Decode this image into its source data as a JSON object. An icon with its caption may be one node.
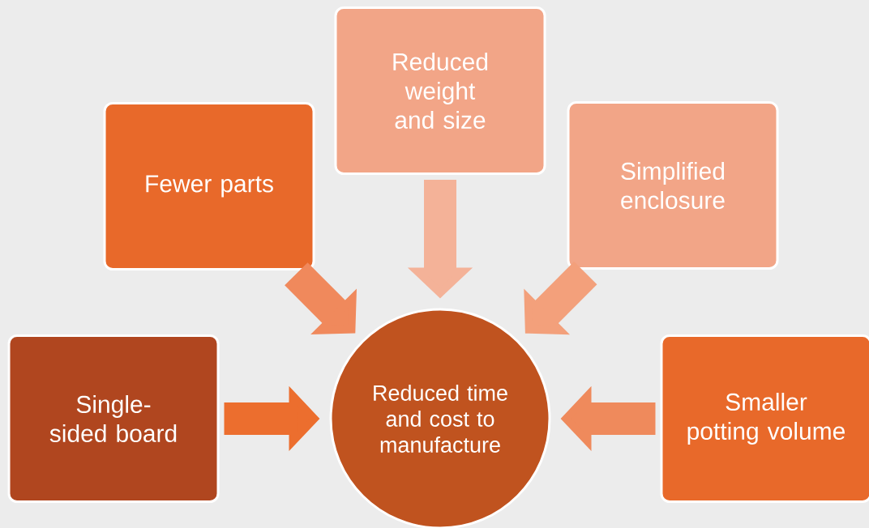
{
  "diagram": {
    "nodes": [
      {
        "text": [
          "Reduced weight and size"
        ]
      },
      {
        "text": [
          "Fewer parts"
        ]
      },
      {
        "text": [
          "Simplified enclosure"
        ]
      },
      {
        "text": [
          "Single-sided board"
        ]
      },
      {
        "text": [
          "Reduced time and cost to manufacture"
        ]
      },
      {
        "text": [
          "Smaller potting volume"
        ]
      }
    ],
    "edges": [
      {
        "from": 1,
        "to": 4,
        "arrow": "to",
        "color": "#f0895c"
      },
      {
        "from": 0,
        "to": 4,
        "arrow": "to",
        "color": "#f4b298"
      },
      {
        "from": 2,
        "to": 4,
        "arrow": "to",
        "color": "#f3a07b"
      },
      {
        "from": 3,
        "to": 4,
        "arrow": "to",
        "color": "#ec6e2e"
      },
      {
        "from": 5,
        "to": 4,
        "arrow": "to",
        "color": "#ef8a5c"
      }
    ]
  }
}
